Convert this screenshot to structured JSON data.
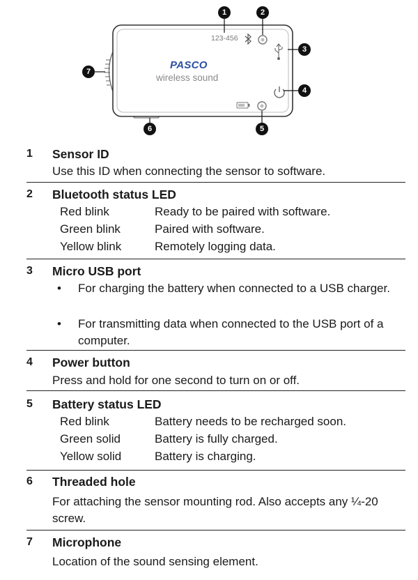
{
  "diagram": {
    "sensor_id_label": "123-456",
    "brand": "PASCO",
    "product": "wireless sound",
    "callouts": [
      "1",
      "2",
      "3",
      "4",
      "5",
      "6",
      "7"
    ],
    "icons": [
      "bluetooth-icon",
      "status-led-icon",
      "usb-icon",
      "power-icon",
      "battery-icon",
      "battery-led-icon",
      "microphone-grille",
      "threaded-hole"
    ]
  },
  "items": [
    {
      "num": "1",
      "title": "Sensor ID",
      "desc": "Use this ID when connecting the sensor to software."
    },
    {
      "num": "2",
      "title": "Bluetooth status LED",
      "rows": [
        {
          "label": "Red blink",
          "value": "Ready to be paired with software."
        },
        {
          "label": "Green blink",
          "value": "Paired with software."
        },
        {
          "label": "Yellow blink",
          "value": "Remotely logging data."
        }
      ]
    },
    {
      "num": "3",
      "title": "Micro USB port",
      "bullets": [
        "For charging the battery when connected to a USB charger.",
        "For transmitting data when connected to the USB port of a computer."
      ]
    },
    {
      "num": "4",
      "title": "Power button",
      "desc": "Press and hold for one second to turn on or off."
    },
    {
      "num": "5",
      "title": "Battery status LED",
      "rows": [
        {
          "label": "Red blink",
          "value": "Battery needs to be recharged soon."
        },
        {
          "label": "Green solid",
          "value": "Battery is fully charged."
        },
        {
          "label": "Yellow solid",
          "value": "Battery is charging."
        }
      ]
    },
    {
      "num": "6",
      "title": "Threaded hole",
      "desc": "For attaching the sensor mounting rod. Also accepts any ¼-20 screw."
    },
    {
      "num": "7",
      "title": "Microphone",
      "desc": "Location of the sound sensing element."
    }
  ]
}
